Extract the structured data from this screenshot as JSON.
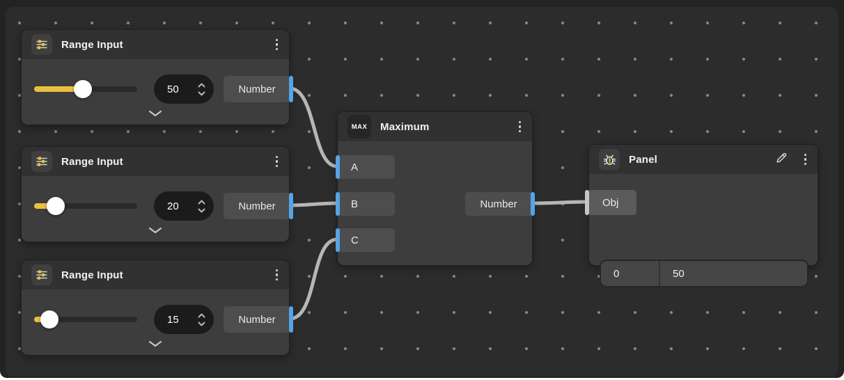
{
  "colors": {
    "canvas_bg": "#2c2c2c",
    "node_bg": "#3d3d3d",
    "header_bg": "#313131",
    "accent_yellow": "#eabf41",
    "port_blue": "#54a4e8",
    "wire_gray": "#b6b6b6"
  },
  "range_nodes": [
    {
      "title": "Range Input",
      "value": "50",
      "fill": "47%",
      "output": "Number"
    },
    {
      "title": "Range Input",
      "value": "20",
      "fill": "21%",
      "output": "Number"
    },
    {
      "title": "Range Input",
      "value": "15",
      "fill": "15%",
      "output": "Number"
    }
  ],
  "maximum_node": {
    "badge": "MAX",
    "title": "Maximum",
    "inputs": [
      "A",
      "B",
      "C"
    ],
    "output": "Number"
  },
  "panel_node": {
    "title": "Panel",
    "input": "Obj",
    "cells": [
      "0",
      "50"
    ]
  }
}
